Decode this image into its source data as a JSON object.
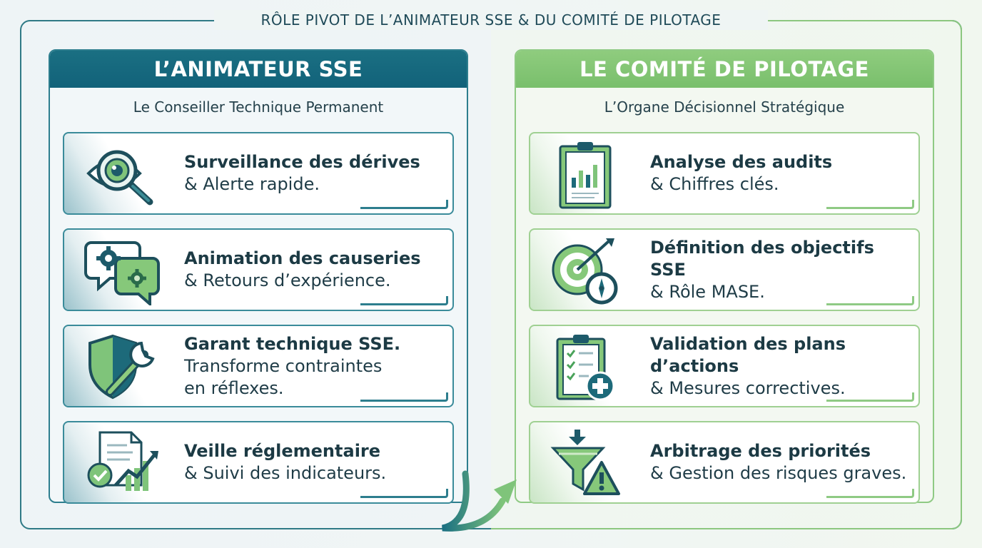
{
  "title": "RÔLE PIVOT DE L’ANIMATEUR SSE & DU COMITÉ DE PILOTAGE",
  "left": {
    "header": "L’ANIMATEUR SSE",
    "subtitle": "Le Conseiller Technique Permanent",
    "cards": [
      {
        "line1": "Surveillance des dérives",
        "line2": "& Alerte rapide.",
        "line3": "",
        "icon": "magnifier-eye-icon"
      },
      {
        "line1": "Animation des causeries",
        "line2": "& Retours d’expérience.",
        "line3": "",
        "icon": "speech-gears-icon"
      },
      {
        "line1": "Garant technique SSE.",
        "line2": "Transforme contraintes",
        "line3": "en réflexes.",
        "icon": "shield-wrench-icon"
      },
      {
        "line1": "Veille réglementaire",
        "line2": "& Suivi des indicateurs.",
        "line3": "",
        "icon": "document-chart-icon"
      }
    ]
  },
  "right": {
    "header": "LE COMITÉ DE PILOTAGE",
    "subtitle": "L’Organe Décisionnel Stratégique",
    "cards": [
      {
        "line1": "Analyse des audits",
        "line2": "& Chiffres clés.",
        "icon": "clipboard-chart-icon"
      },
      {
        "line1": "Définition des objectifs SSE",
        "line2": "& Rôle MASE.",
        "icon": "target-compass-icon"
      },
      {
        "line1": "Validation des plans d’actions",
        "line2": "& Mesures correctives.",
        "icon": "checklist-plus-icon"
      },
      {
        "line1": "Arbitrage des priorités",
        "line2": "& Gestion des risques graves.",
        "icon": "funnel-warning-icon"
      }
    ]
  },
  "colors": {
    "teal": "#1a6f82",
    "green": "#8fcc7e",
    "ink": "#1f3c47"
  }
}
